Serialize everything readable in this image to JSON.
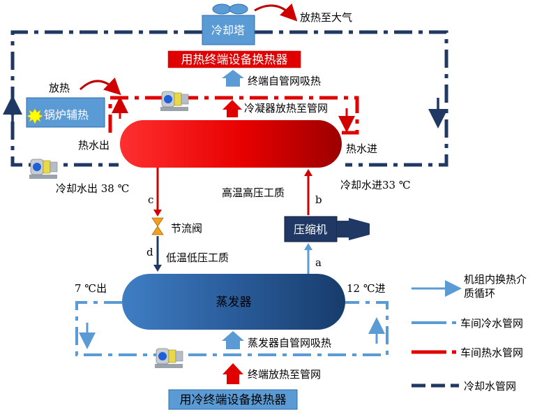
{
  "labels": {
    "cooling_tower": "冷却塔",
    "heat_to_atmosphere": "放热至大气",
    "hot_terminal": "用热终端设备换热器",
    "terminal_absorb": "终端自管网吸热",
    "release_heat": "放热",
    "boiler": "锅炉辅热",
    "condenser_release": "冷凝器放热至管网",
    "hot_water_out": "热水出",
    "hot_water_in": "热水进",
    "cooling_water_out": "冷却水出 38 ℃",
    "cooling_water_in": "冷却水进33 ℃",
    "high_temp_fluid": "高温高压工质",
    "throttle_valve": "节流阀",
    "compressor": "压缩机",
    "low_temp_fluid": "低温低压工质",
    "evaporator": "蒸发器",
    "out_7c": "7 ℃出",
    "in_12c": "12 ℃进",
    "evaporator_absorb": "蒸发器自管网吸热",
    "terminal_release": "终端放热至管网",
    "cold_terminal": "用冷终端设备换热器",
    "point_a": "a",
    "point_b": "b",
    "point_c": "c",
    "point_d": "d"
  },
  "legend": {
    "unit_cycle_line1": "机组内换热介",
    "unit_cycle_line2": "质循环",
    "chilled_water": "车间冷水管网",
    "hot_water": "车间热水管网",
    "cooling_water": "冷却水管网"
  },
  "colors": {
    "cooling_pipe": "#1f3864",
    "chilled_pipe": "#5b9bd5",
    "hot_pipe": "#e00000",
    "condenser_light": "#ff2a2a",
    "condenser_dark": "#a80000",
    "evaporator_light": "#4a86c8",
    "evaporator_dark": "#173c6b",
    "box_blue": "#5b9bd5",
    "box_red": "#e00000",
    "compressor": "#1f3864",
    "valve": "#f0a020"
  }
}
